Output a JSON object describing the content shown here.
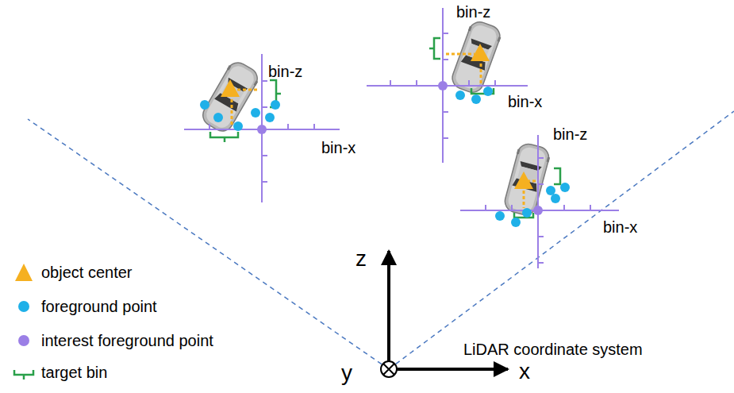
{
  "diagram": {
    "labels": [
      "bin-z",
      "bin-x",
      "bin-z",
      "bin-x",
      "bin-z",
      "bin-x",
      "z",
      "y",
      "x",
      "LiDAR coordinate system"
    ],
    "legend": [
      {
        "text": "object center"
      },
      {
        "text": "foreground point"
      },
      {
        "text": "interest foreground point"
      },
      {
        "text": "target bin"
      }
    ]
  }
}
